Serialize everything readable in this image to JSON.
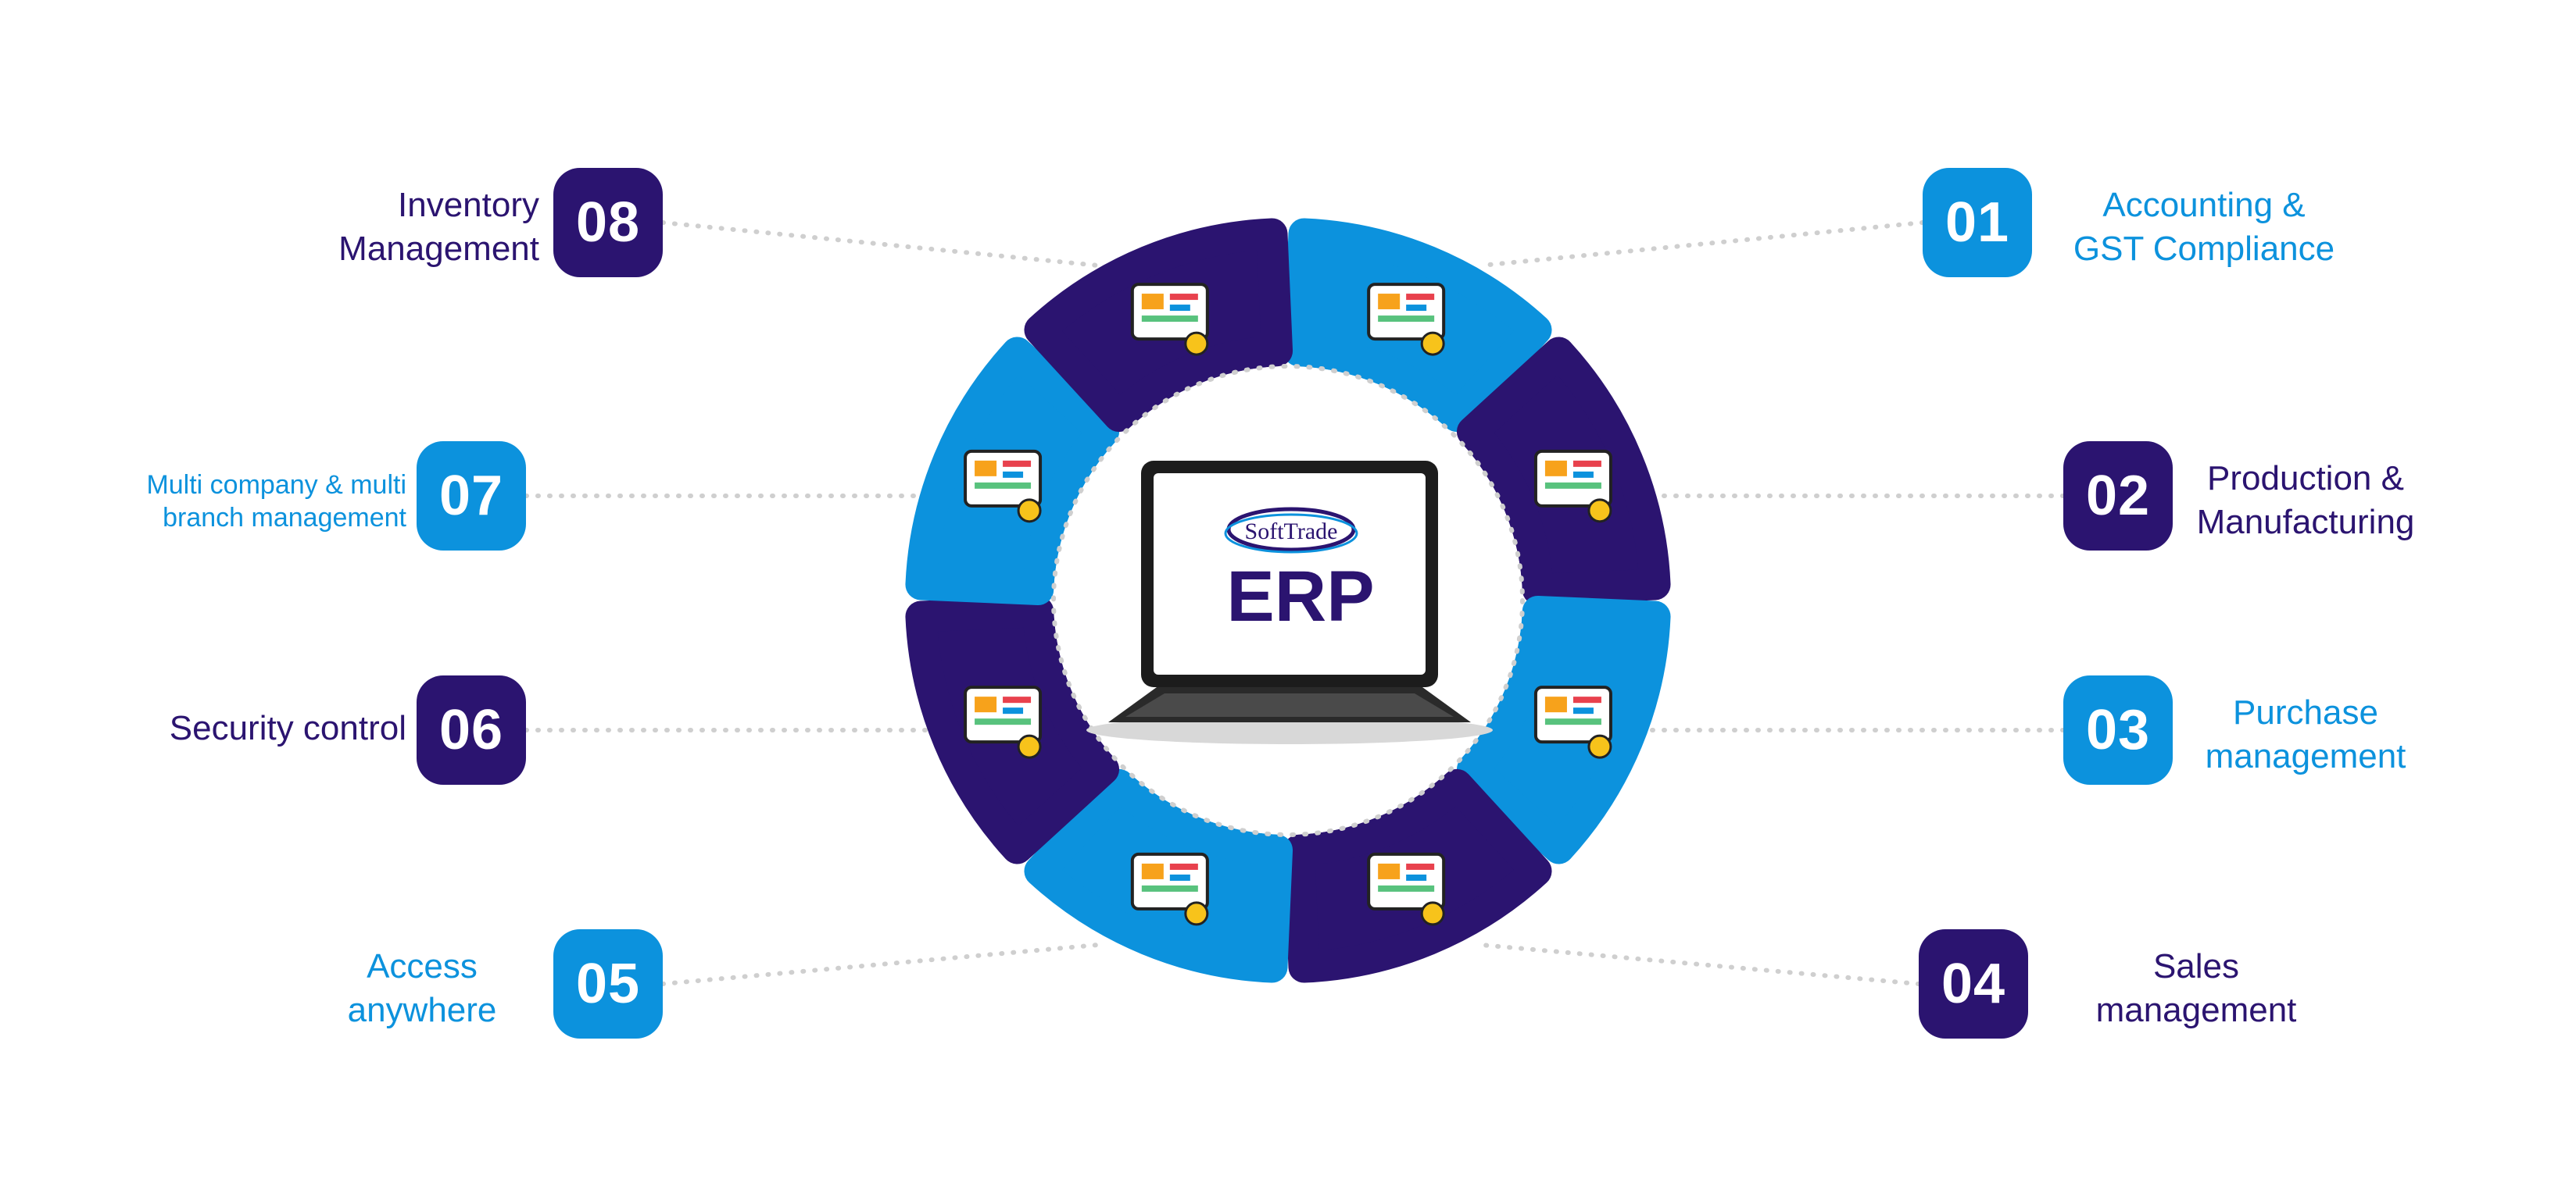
{
  "colors": {
    "navy": "#2b1470",
    "blue": "#0c92dd",
    "dots": "#cfcfcf",
    "erp_text": "#2b1470"
  },
  "center": {
    "logo_text": "SoftTrade",
    "title": "ERP"
  },
  "modules": [
    {
      "number": "01",
      "lines": [
        "Accounting &",
        "GST Compliance"
      ],
      "color": "blue",
      "icon": "accounting-laptop-icon"
    },
    {
      "number": "02",
      "lines": [
        "Production &",
        "Manufacturing"
      ],
      "color": "navy",
      "icon": "factory-conveyor-icon"
    },
    {
      "number": "03",
      "lines": [
        "Purchase",
        "management"
      ],
      "color": "blue",
      "icon": "purchase-hand-icon"
    },
    {
      "number": "04",
      "lines": [
        "Sales",
        "management"
      ],
      "color": "navy",
      "icon": "sales-growth-icon"
    },
    {
      "number": "05",
      "lines": [
        "Access",
        "anywhere"
      ],
      "color": "blue",
      "icon": "remote-work-icon"
    },
    {
      "number": "06",
      "lines": [
        "Security control"
      ],
      "color": "navy",
      "icon": "security-monitor-icon"
    },
    {
      "number": "07",
      "lines": [
        "Multi company & multi",
        "branch management"
      ],
      "color": "blue",
      "icon": "office-building-icon"
    },
    {
      "number": "08",
      "lines": [
        "Inventory",
        "Management"
      ],
      "color": "navy",
      "icon": "inventory-boxes-icon"
    }
  ]
}
